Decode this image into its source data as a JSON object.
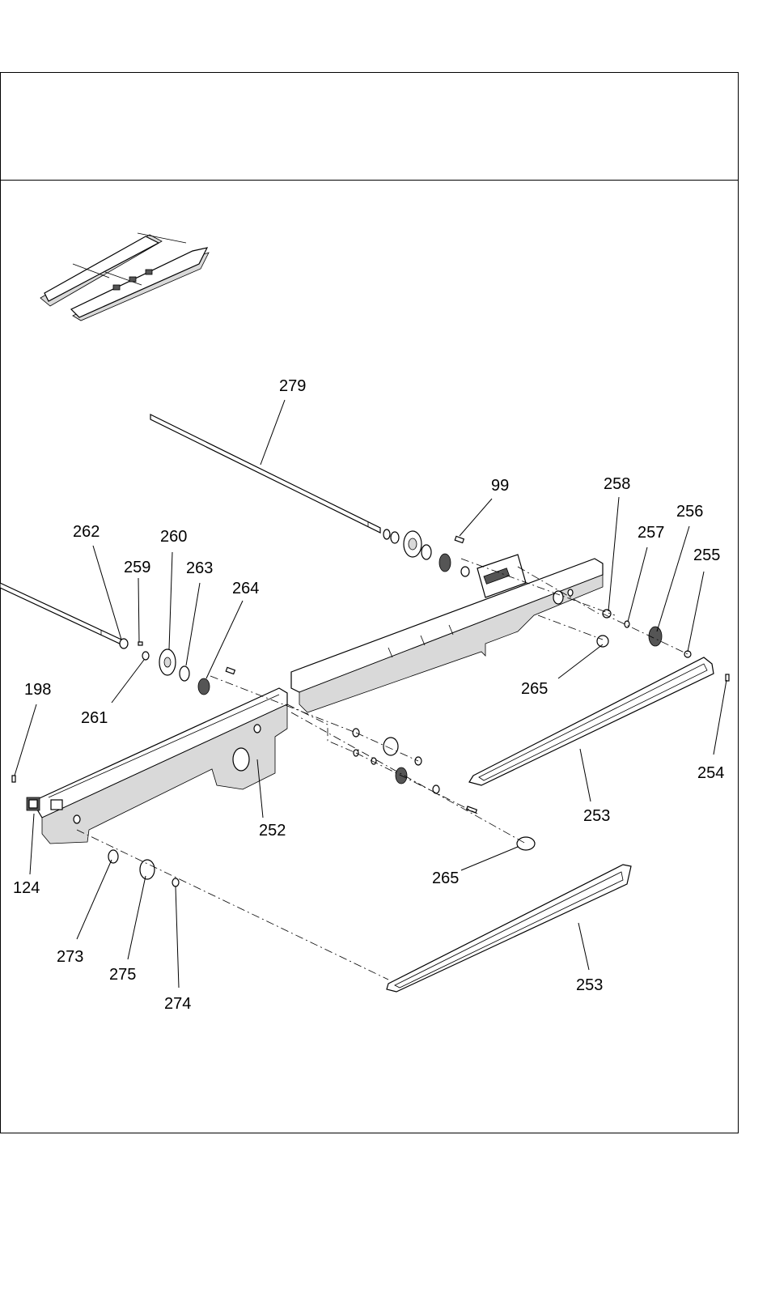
{
  "labels": {
    "p279": "279",
    "p99": "99",
    "p258": "258",
    "p256": "256",
    "p257": "257",
    "p255": "255",
    "p262": "262",
    "p260": "260",
    "p259": "259",
    "p263": "263",
    "p264": "264",
    "p198": "198",
    "p261": "261",
    "p265a": "265",
    "p254": "254",
    "p253a": "253",
    "p252": "252",
    "p124": "124",
    "p265b": "265",
    "p273": "273",
    "p275": "275",
    "p253b": "253",
    "p274": "274"
  }
}
